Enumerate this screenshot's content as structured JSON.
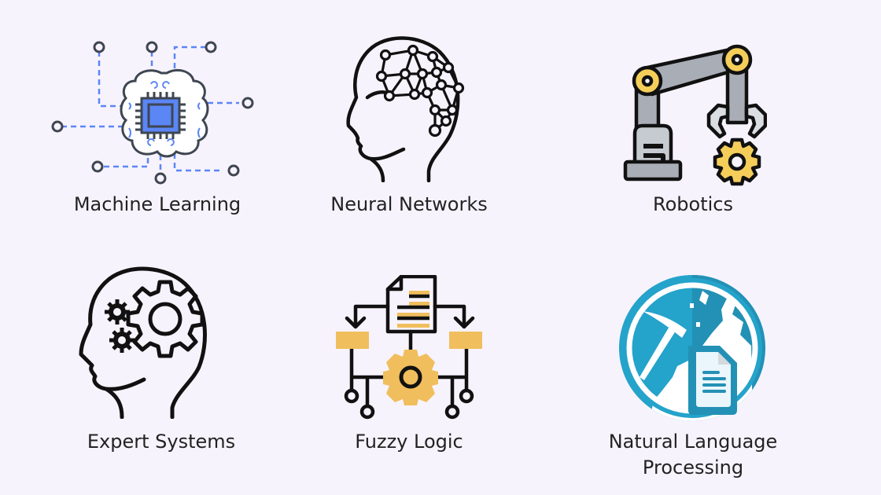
{
  "background_color": "#F7F3FD",
  "items": [
    {
      "label": "Machine Learning",
      "icon": "brain-chip-icon"
    },
    {
      "label": "Neural Networks",
      "icon": "head-neural-network-icon"
    },
    {
      "label": "Robotics",
      "icon": "robotic-arm-icon"
    },
    {
      "label": "Expert Systems",
      "icon": "head-gears-icon"
    },
    {
      "label": "Fuzzy Logic",
      "icon": "document-flow-gear-icon"
    },
    {
      "label_line1": "Natural Language",
      "label_line2": "Processing",
      "icon": "pickaxe-document-icon"
    }
  ],
  "colors": {
    "ml_blue": "#5B86F5",
    "ml_outline": "#3E4651",
    "robot_gray": "#A8ADB6",
    "robot_yellow": "#F5CE5A",
    "fuzzy_yellow": "#F0BE5C",
    "nlp_blue": "#24A3CB",
    "nlp_dark": "#2391B5",
    "text": "#222222"
  }
}
